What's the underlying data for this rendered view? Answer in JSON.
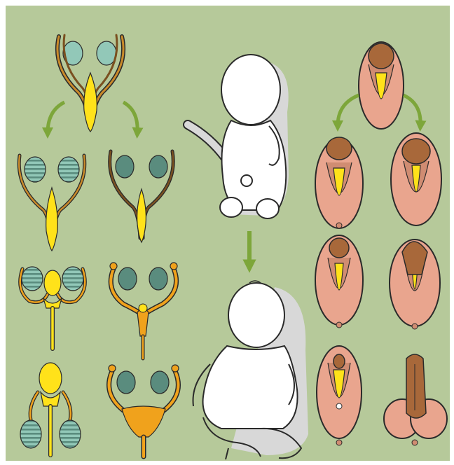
{
  "figure": {
    "background": "#ffffff",
    "panel_color": "#b6c99a",
    "colors": {
      "arrow": "#7da63a",
      "duct_brown": "#7a5020",
      "duct_orange": "#f0a21c",
      "gland_yellow": "#ffe21a",
      "gonad_teal": "#5a8c7e",
      "gonad_light": "#92c8b8",
      "stripe": "#e8a240",
      "skin_pink": "#e9a58e",
      "tubercle_brown": "#a8683a",
      "baby_fill": "#ffffff",
      "baby_shade": "#d8d8d8",
      "outline": "#2a2a2a"
    },
    "icons": [
      "down-arrow-icon",
      "curved-arrow-left-icon",
      "curved-arrow-right-icon"
    ],
    "columns": {
      "internal_ducts": {
        "top": "indifferent-ducts-with-gonads",
        "left_path": [
          "ducts-stage-1",
          "ducts-stage-2",
          "ducts-stage-3"
        ],
        "right_path": [
          "ducts-stage-1",
          "ducts-stage-2",
          "ducts-stage-3"
        ]
      },
      "fetus_to_baby": [
        "fetus-with-umbilical-cord",
        "seated-newborn"
      ],
      "external_genitalia": {
        "top": "indifferent-genital-tubercle",
        "left_path": [
          "external-stage-1",
          "external-stage-2",
          "external-stage-3"
        ],
        "right_path": [
          "external-stage-1",
          "external-stage-2",
          "external-stage-3"
        ]
      }
    }
  }
}
